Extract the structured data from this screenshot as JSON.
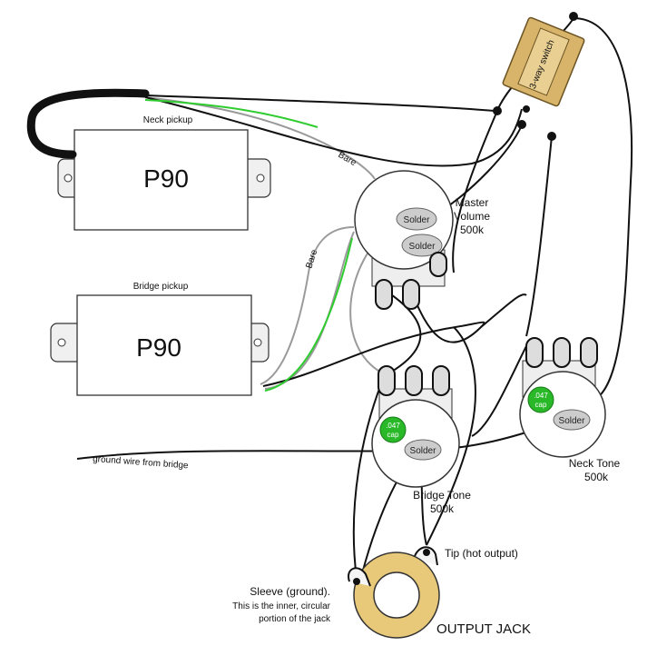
{
  "pickups": {
    "neck": {
      "caption": "Neck pickup",
      "name": "P90"
    },
    "bridge": {
      "caption": "Bridge pickup",
      "name": "P90"
    }
  },
  "wires": {
    "bare_upper": "Bare",
    "bare_lower": "Bare",
    "ground_from_bridge": "ground wire from bridge"
  },
  "switch": {
    "label": "3-way switch"
  },
  "pots": {
    "master_volume": {
      "name": "Master",
      "name2": "Volume",
      "value": "500k",
      "solder_top": "Solder",
      "solder_bottom": "Solder"
    },
    "bridge_tone": {
      "name": "Bridge Tone",
      "value": "500k",
      "solder": "Solder",
      "cap_value": ".047",
      "cap_unit": "cap"
    },
    "neck_tone": {
      "name": "Neck Tone",
      "value": "500k",
      "solder": "Solder",
      "cap_value": ".047",
      "cap_unit": "cap"
    }
  },
  "jack": {
    "title": "OUTPUT JACK",
    "tip": "Tip (hot output)",
    "sleeve_line1": "Sleeve (ground).",
    "sleeve_line2": "This is the inner, circular",
    "sleeve_line3": "portion of the jack"
  },
  "colors": {
    "wire": "#111111",
    "ground_wire": "#9a9a9a",
    "green_wire": "#2ecc2e",
    "cap": "#28b828",
    "switch_body": "#d8b46a",
    "jack_ring": "#e8c97a"
  }
}
